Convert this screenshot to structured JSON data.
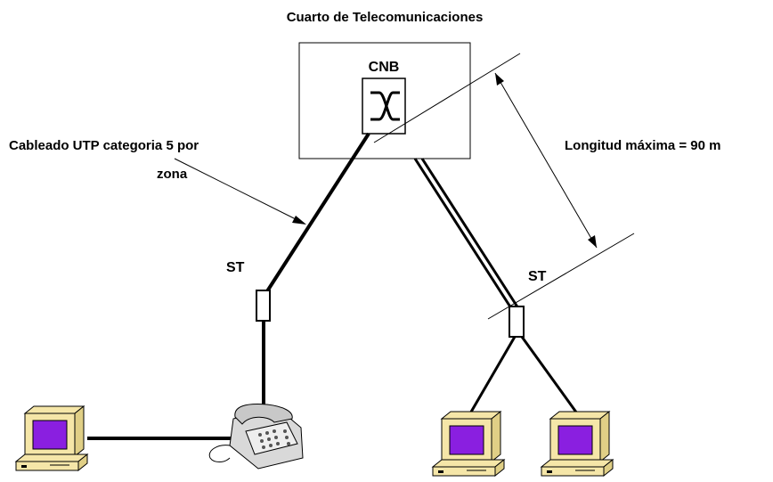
{
  "title": "Cuarto de Telecomunicaciones",
  "cnb_label": "CNB",
  "cable_label_line1": "Cableado UTP categoria 5 por",
  "cable_label_line2": "zona",
  "length_label": "Longitud máxima = 90 m",
  "st_left_label": "ST",
  "st_right_label": "ST",
  "colors": {
    "line": "#000000",
    "computer_body": "#f5e6a8",
    "computer_screen": "#8a1fe0",
    "phone_body": "#d9d9d9"
  },
  "icons": [
    "computer-icon",
    "telephone-icon",
    "switch-icon",
    "outlet-icon"
  ]
}
